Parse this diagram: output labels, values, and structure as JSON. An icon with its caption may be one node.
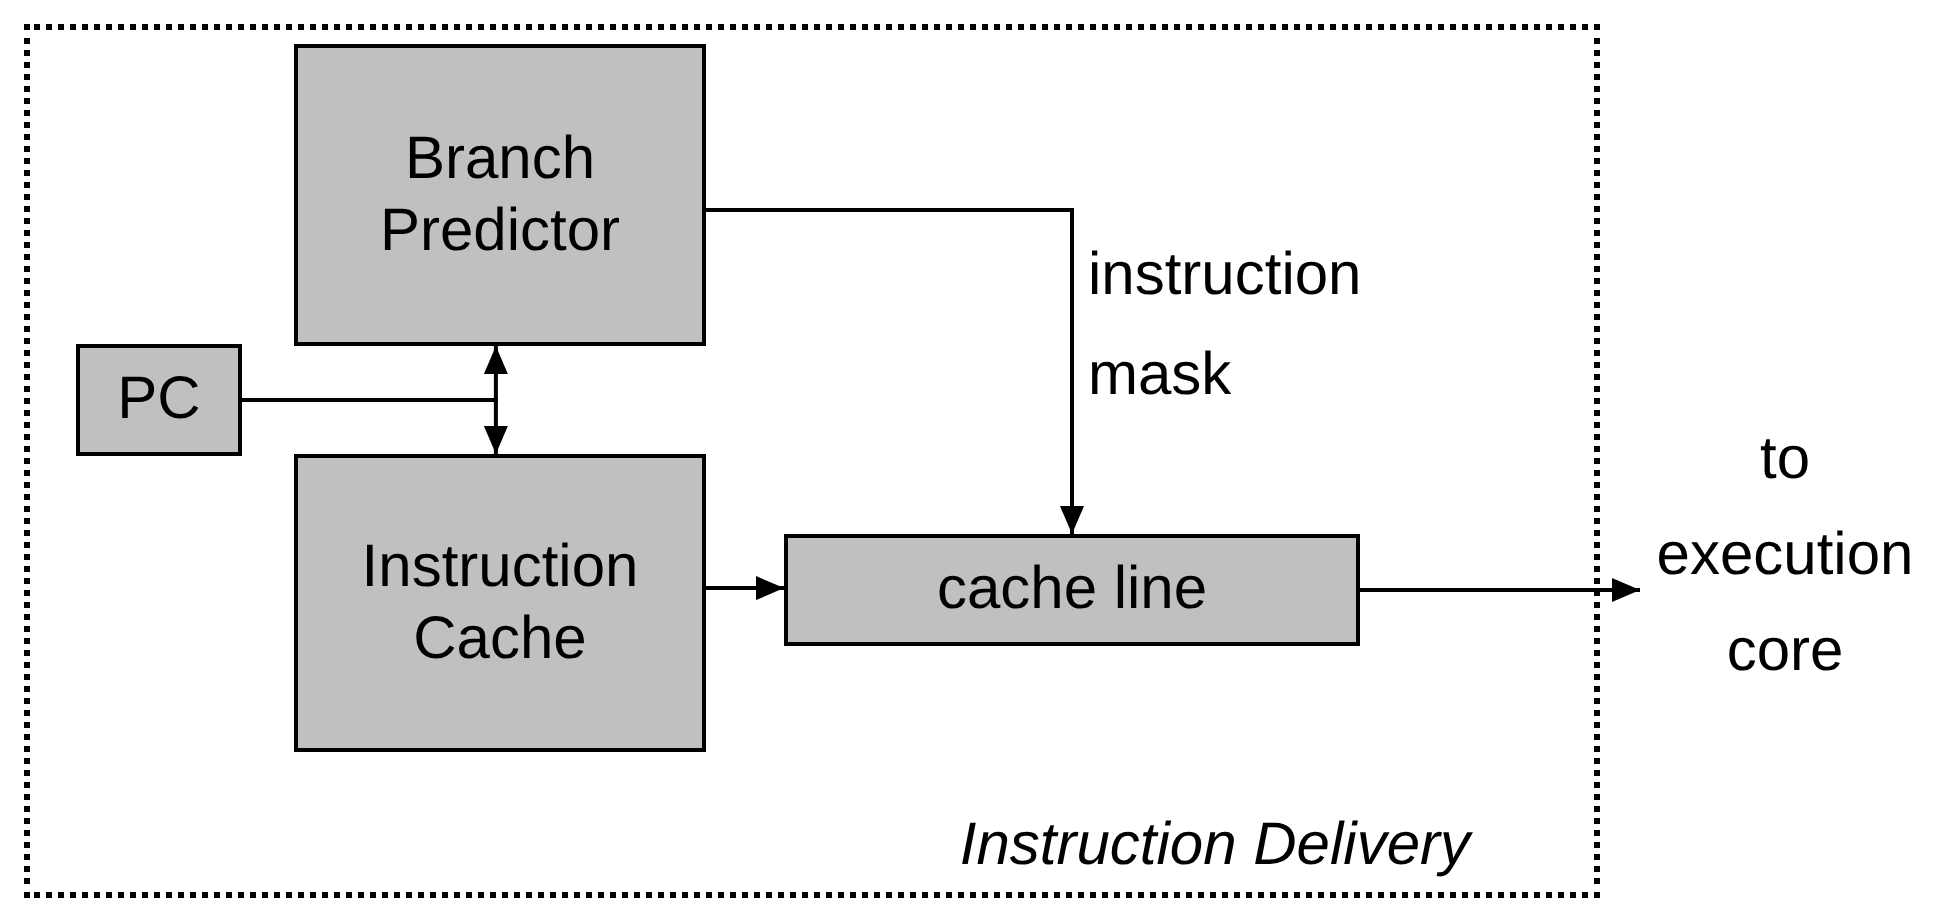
{
  "diagram": {
    "nodes": [
      {
        "text": [
          "Instruction Delivery"
        ]
      },
      {
        "text": [
          "Branch Predictor"
        ],
        "in": 0
      },
      {
        "text": [
          "PC"
        ],
        "in": 0
      },
      {
        "text": [
          "Instruction Cache"
        ],
        "in": 0
      },
      {
        "text": [
          "cache line"
        ],
        "in": 0
      },
      {
        "text": [
          "to execution core"
        ]
      }
    ],
    "edges": [
      {
        "from": 2,
        "to": 1,
        "arrow": "to"
      },
      {
        "from": 2,
        "to": 3,
        "arrow": "to"
      },
      {
        "from": 1,
        "to": 4,
        "label": "instruction mask",
        "arrow": "to"
      },
      {
        "from": 3,
        "to": 4,
        "arrow": "to"
      },
      {
        "from": 4,
        "to": 5,
        "arrow": "to"
      }
    ]
  }
}
